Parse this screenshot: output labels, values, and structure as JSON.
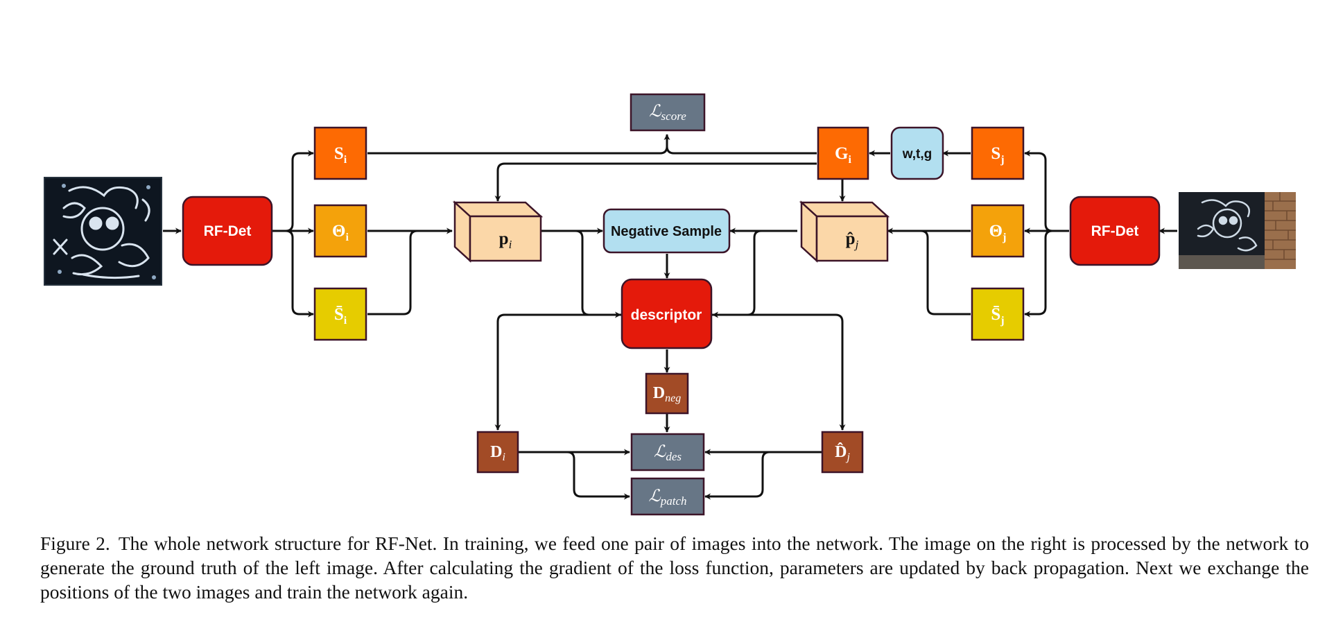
{
  "figure": {
    "caption_label": "Figure 2.",
    "caption_text": "The whole network structure for RF-Net. In training, we feed one pair of images into the network. The image on the right is processed by the network to generate the ground truth of the left image. After calculating the gradient of the loss function, parameters are updated by back propagation. Next we exchange the positions of the two images and train the network again."
  },
  "nodes": {
    "rf_det_left": "RF-Det",
    "rf_det_right": "RF-Det",
    "s_i": {
      "base": "S",
      "sub": "i"
    },
    "theta_i": {
      "base": "Θ",
      "sub": "i"
    },
    "sbar_i": {
      "base": "S̄",
      "sub": "i"
    },
    "s_j": {
      "base": "S",
      "sub": "j"
    },
    "theta_j": {
      "base": "Θ",
      "sub": "j"
    },
    "sbar_j": {
      "base": "S̄",
      "sub": "j"
    },
    "g_i": {
      "base": "G",
      "sub": "i"
    },
    "wtg": "w,t,g",
    "l_score": {
      "base": "ℒ",
      "sub": "score"
    },
    "p_i": {
      "base": "p",
      "sub": "i"
    },
    "phat_j": {
      "base": "p̂",
      "sub": "j"
    },
    "negative_sample": "Negative Sample",
    "descriptor": "descriptor",
    "d_neg": {
      "base": "D",
      "sub": "neg"
    },
    "d_i": {
      "base": "D",
      "sub": "i"
    },
    "dhat_j": {
      "base": "D̂",
      "sub": "j"
    },
    "l_des": {
      "base": "ℒ",
      "sub": "des"
    },
    "l_patch": {
      "base": "ℒ",
      "sub": "patch"
    }
  },
  "colors": {
    "red": "#e41a0b",
    "orange": "#fd6a03",
    "amber": "#f4a20b",
    "yellow": "#e6cc00",
    "light_blue": "#b2dff0",
    "peach": "#fbd7a8",
    "brown": "#a24b26",
    "slate": "#677686",
    "border": "#3c1428"
  }
}
